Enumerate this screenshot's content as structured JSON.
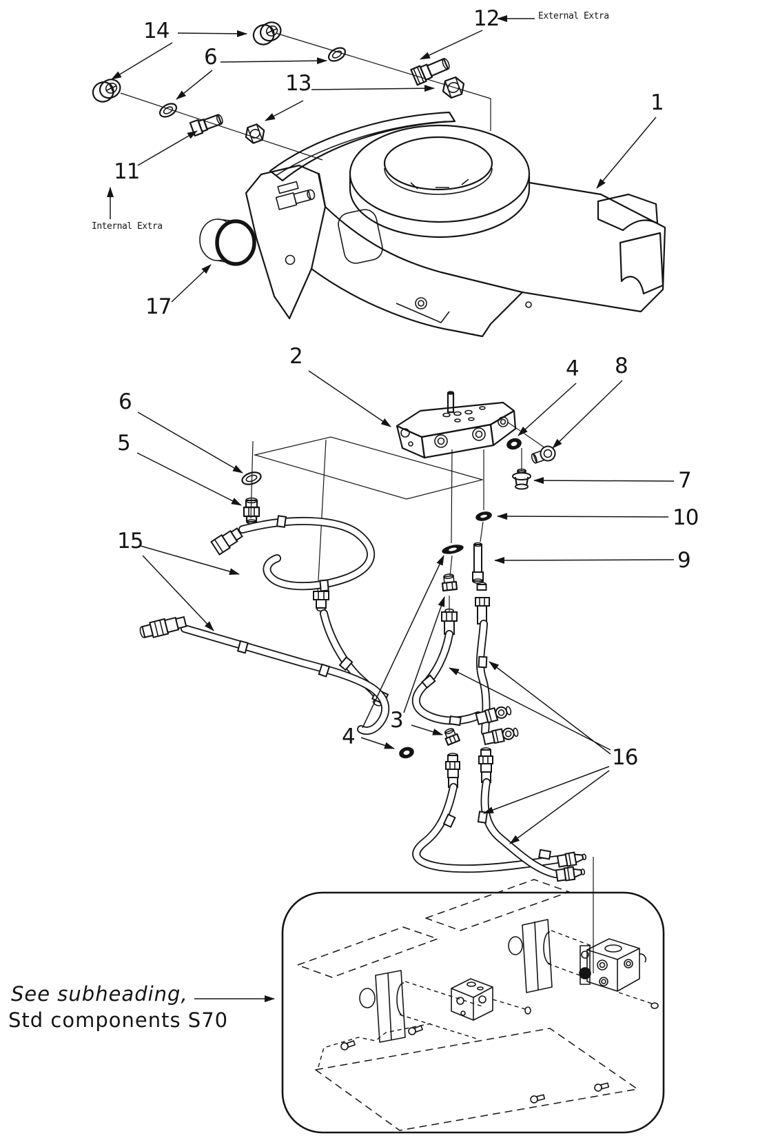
{
  "figure": {
    "kind": "exploded-parts-diagram",
    "page_background": "#ffffff",
    "line_color": "#141414",
    "callouts": {
      "c1": "1",
      "c2": "2",
      "c3": "3",
      "c4": "4",
      "c5": "5",
      "c6": "6",
      "c7": "7",
      "c8": "8",
      "c9": "9",
      "c10": "10",
      "c11": "11",
      "c12": "12",
      "c13": "13",
      "c14": "14",
      "c15": "15",
      "c16": "16",
      "c17": "17"
    },
    "annotations": {
      "external_extra": "External Extra",
      "internal_extra": "Internal Extra",
      "reference_line1": "See subheading,",
      "reference_line2": "Std components S70"
    }
  }
}
